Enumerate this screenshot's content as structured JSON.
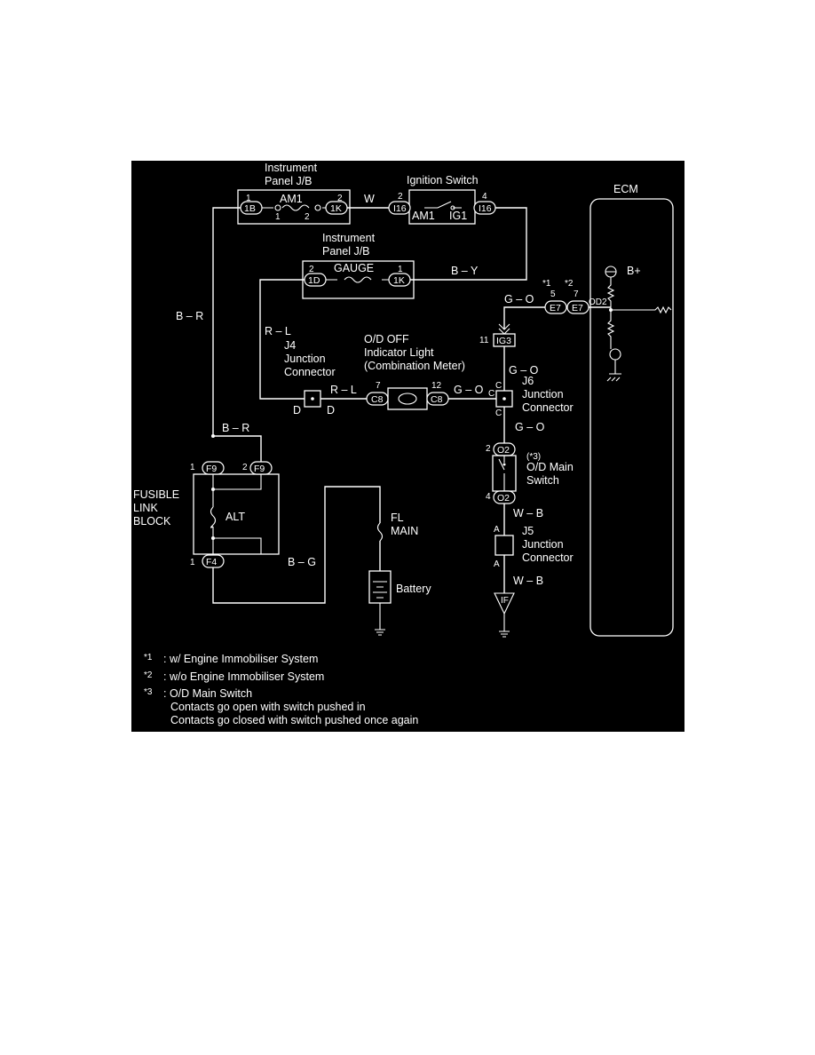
{
  "diagram": {
    "background": "#000000",
    "foreground": "#ffffff",
    "ipjb_top": {
      "label1": "Instrument",
      "label2": "Panel J/B",
      "fuse": "AM1",
      "pin_left": "1",
      "pin_right": "2",
      "conn_left": "1B",
      "conn_right": "1K",
      "sub_left": "1",
      "sub_right": "2"
    },
    "ignition": {
      "label": "Ignition Switch",
      "pin_left": "2",
      "pin_right": "4",
      "conn_left": "I16",
      "conn_right": "I16",
      "term1": "AM1",
      "term2": "IG1"
    },
    "ipjb_gauge": {
      "label1": "Instrument",
      "label2": "Panel J/B",
      "fuse": "GAUGE",
      "pin_left": "2",
      "pin_right": "1",
      "conn_left": "1D",
      "conn_right": "1K"
    },
    "ecm": {
      "label": "ECM",
      "b_plus": "B+",
      "pin": "OD2",
      "note1": "*1",
      "note2": "*2",
      "pin1": "5",
      "pin2": "7",
      "conn1": "E7",
      "conn2": "E7"
    },
    "ig3": {
      "pin": "11",
      "conn": "IG3"
    },
    "j4": {
      "label1": "J4",
      "label2": "Junction",
      "label3": "Connector",
      "pin_left": "D",
      "pin_right": "D"
    },
    "indicator": {
      "label1": "O/D OFF",
      "label2": "Indicator Light",
      "label3": "(Combination Meter)",
      "pin_left": "7",
      "pin_right": "12",
      "conn_left": "C8",
      "conn_right": "C8"
    },
    "j6": {
      "label1": "J6",
      "label2": "Junction",
      "label3": "Connector",
      "pin_top": "C",
      "pin_left": "C",
      "pin_bottom": "C"
    },
    "od_switch": {
      "note": "(*3)",
      "label1": "O/D Main",
      "label2": "Switch",
      "pin_top": "2",
      "pin_bottom": "4",
      "conn_top": "O2",
      "conn_bottom": "O2"
    },
    "j5": {
      "label1": "J5",
      "label2": "Junction",
      "label3": "Connector",
      "pin_top": "A",
      "pin_bottom": "A"
    },
    "ground": {
      "label": "IF"
    },
    "fusible": {
      "label1": "FUSIBLE",
      "label2": "LINK",
      "label3": "BLOCK",
      "fuse": "ALT",
      "pin1": "1",
      "pin2": "2",
      "pin3": "1",
      "conn1": "F9",
      "conn2": "F9",
      "conn3": "F4"
    },
    "fl_main": {
      "label1": "FL",
      "label2": "MAIN"
    },
    "battery": {
      "label": "Battery"
    },
    "wires": {
      "w": "W",
      "by": "B – Y",
      "br_left": "B – R",
      "br_bottom": "B – R",
      "rl_left": "R – L",
      "rl_mid": "R – L",
      "go_ecm": "G – O",
      "go_ind": "G – O",
      "go_j6": "G – O",
      "go_low": "G – O",
      "wb_1": "W – B",
      "wb_2": "W – B",
      "bg": "B – G"
    },
    "notes": [
      {
        "mark": "*1",
        "text": ": w/ Engine Immobiliser System"
      },
      {
        "mark": "*2",
        "text": ": w/o Engine Immobiliser System"
      },
      {
        "mark": "*3",
        "text": ": O/D Main Switch"
      }
    ],
    "note3_line1": "Contacts go open with switch pushed in",
    "note3_line2": "Contacts go closed with switch pushed once again"
  }
}
